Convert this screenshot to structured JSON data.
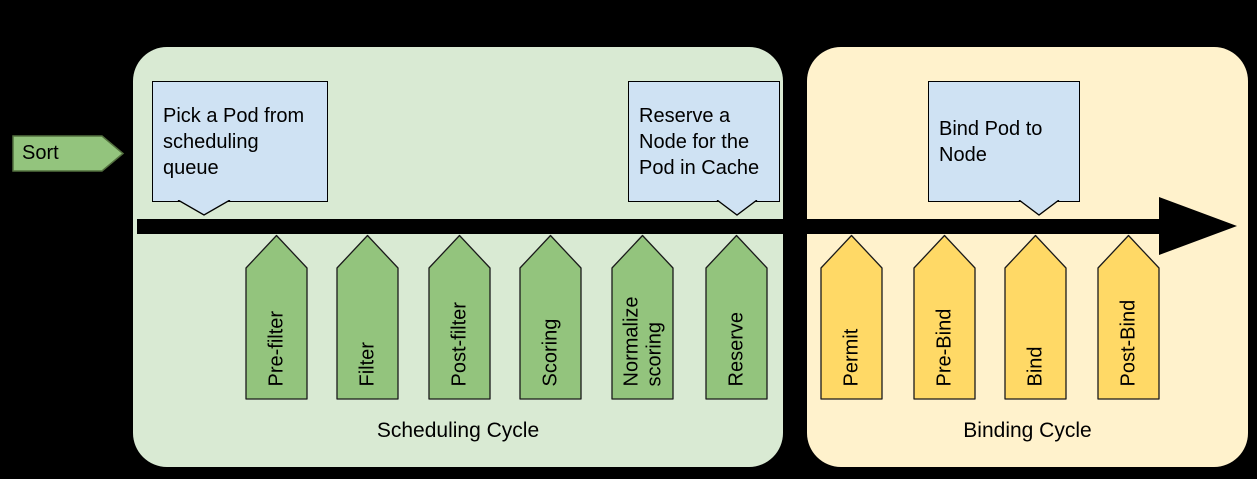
{
  "diagram": {
    "sort": {
      "label": "Sort"
    },
    "scheduling": {
      "title": "Scheduling Cycle",
      "callout_pick": "Pick a Pod from scheduling queue",
      "callout_reserve": "Reserve a Node for the Pod in Cache",
      "steps": [
        "Pre-filter",
        "Filter",
        "Post-filter",
        "Scoring",
        "Normalize scoring",
        "Reserve"
      ]
    },
    "binding": {
      "title": "Binding Cycle",
      "callout_bind": "Bind Pod to Node",
      "steps": [
        "Permit",
        "Pre-Bind",
        "Bind",
        "Post-Bind"
      ]
    },
    "colors": {
      "background": "#000000",
      "scheduling_panel": "#d9ead3",
      "binding_panel": "#fff2cc",
      "scheduling_step": "#93c47d",
      "binding_step": "#ffd966",
      "callout": "#cfe2f3",
      "arrow": "#000000"
    }
  }
}
